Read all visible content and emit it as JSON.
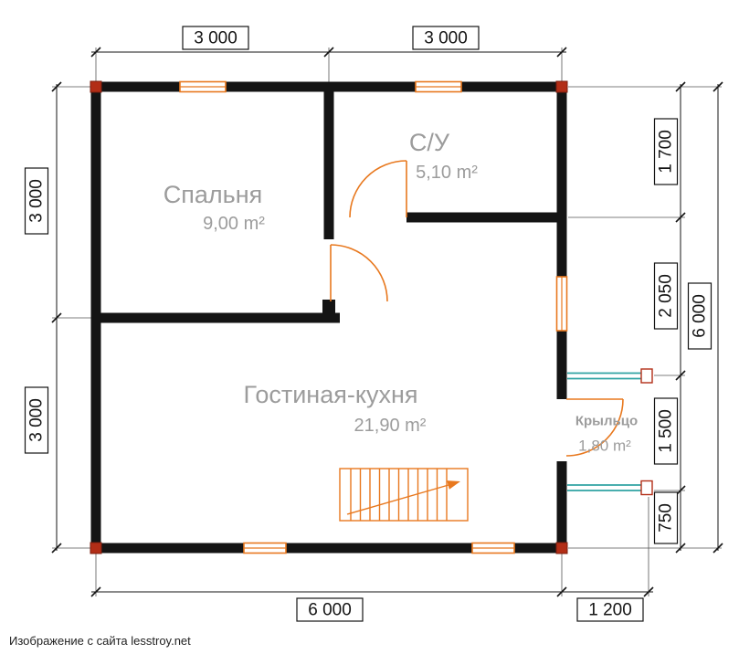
{
  "caption": "Изображение с сайта lesstroy.net",
  "dimensions": {
    "top": [
      "3 000",
      "3 000"
    ],
    "left": [
      "3 000",
      "3 000"
    ],
    "right": [
      "1 700",
      "2 050",
      "1 500",
      "750"
    ],
    "right_total": "6 000",
    "bottom_main": "6 000",
    "bottom_porch": "1 200"
  },
  "rooms": {
    "bedroom": {
      "name": "Спальня",
      "area": "9,00 m²"
    },
    "bathroom": {
      "name": "С/У",
      "area": "5,10 m²"
    },
    "living": {
      "name": "Гостиная-кухня",
      "area": "21,90 m²"
    },
    "porch": {
      "name": "Крыльцо",
      "area": "1,80 m²"
    }
  },
  "colors": {
    "wall": "#141414",
    "window": "#e8781e",
    "corner_marker": "#b22d16",
    "porch_line": "#2fa3a3",
    "room_label": "#9c9c9c"
  }
}
